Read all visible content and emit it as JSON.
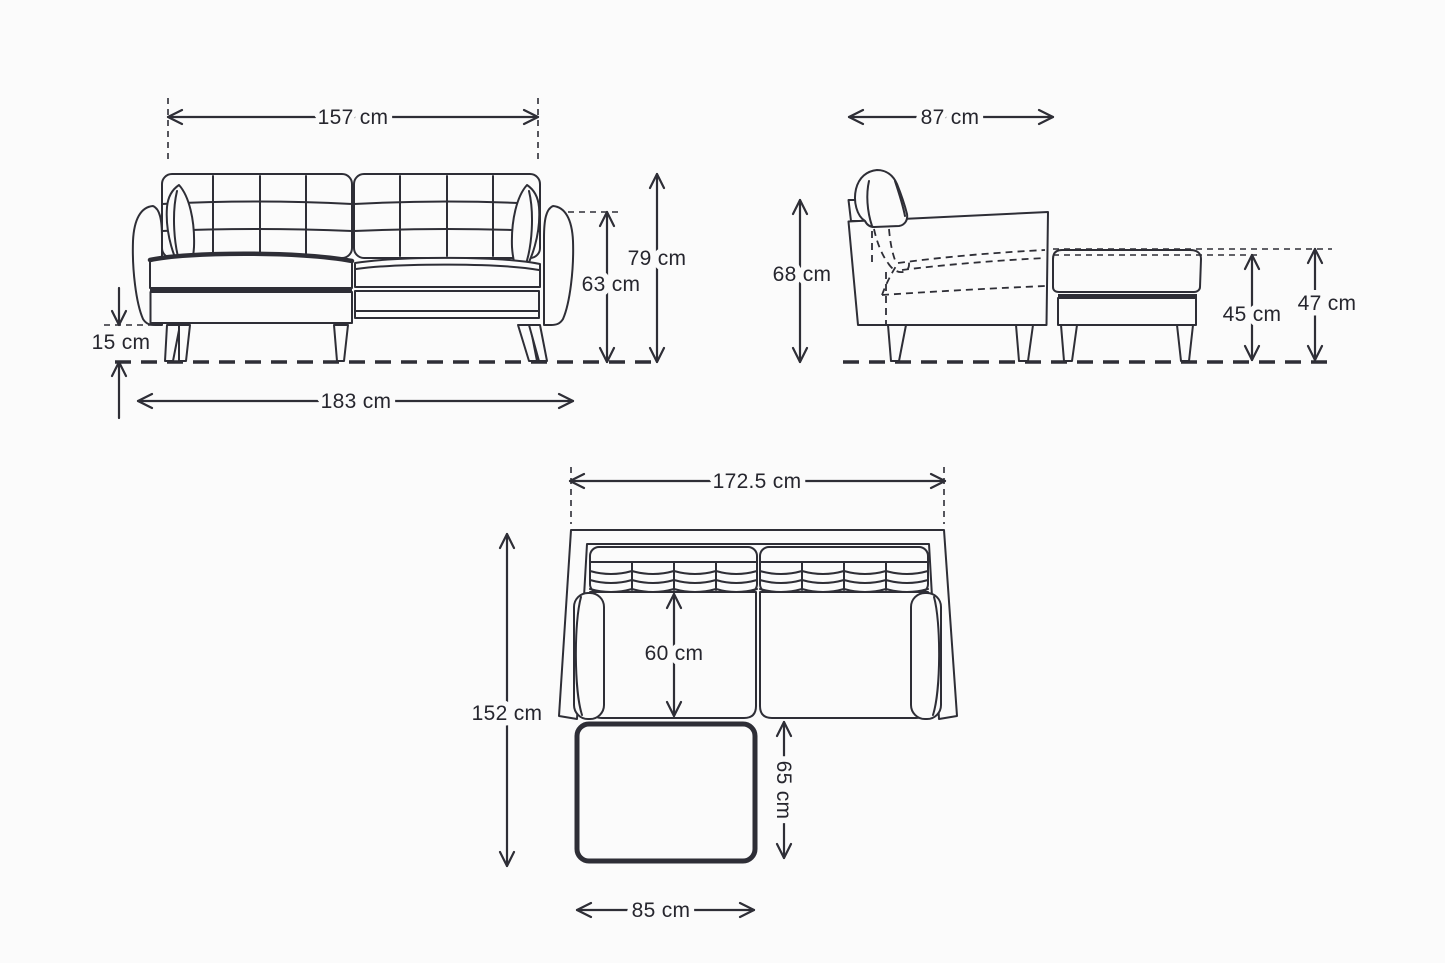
{
  "diagram": {
    "title": "sofa-with-footstool-dimension-diagram",
    "unit": "cm",
    "colors": {
      "background": "#fbfbfb",
      "line": "#2e2e36",
      "text": "#26262e"
    },
    "front_view": {
      "labels": {
        "back_width": "157 cm",
        "overall_height": "79 cm",
        "arm_height": "63 cm",
        "clearance_height": "15 cm",
        "overall_width": "183 cm"
      }
    },
    "side_view": {
      "labels": {
        "depth": "87 cm",
        "back_height": "68 cm",
        "footstool_seat_height": "45 cm",
        "footstool_overall_height": "47 cm"
      }
    },
    "top_view": {
      "labels": {
        "internal_width": "172.5 cm",
        "overall_depth": "152 cm",
        "seat_depth": "60 cm",
        "footstool_depth": "65 cm",
        "footstool_width": "85 cm"
      }
    }
  }
}
